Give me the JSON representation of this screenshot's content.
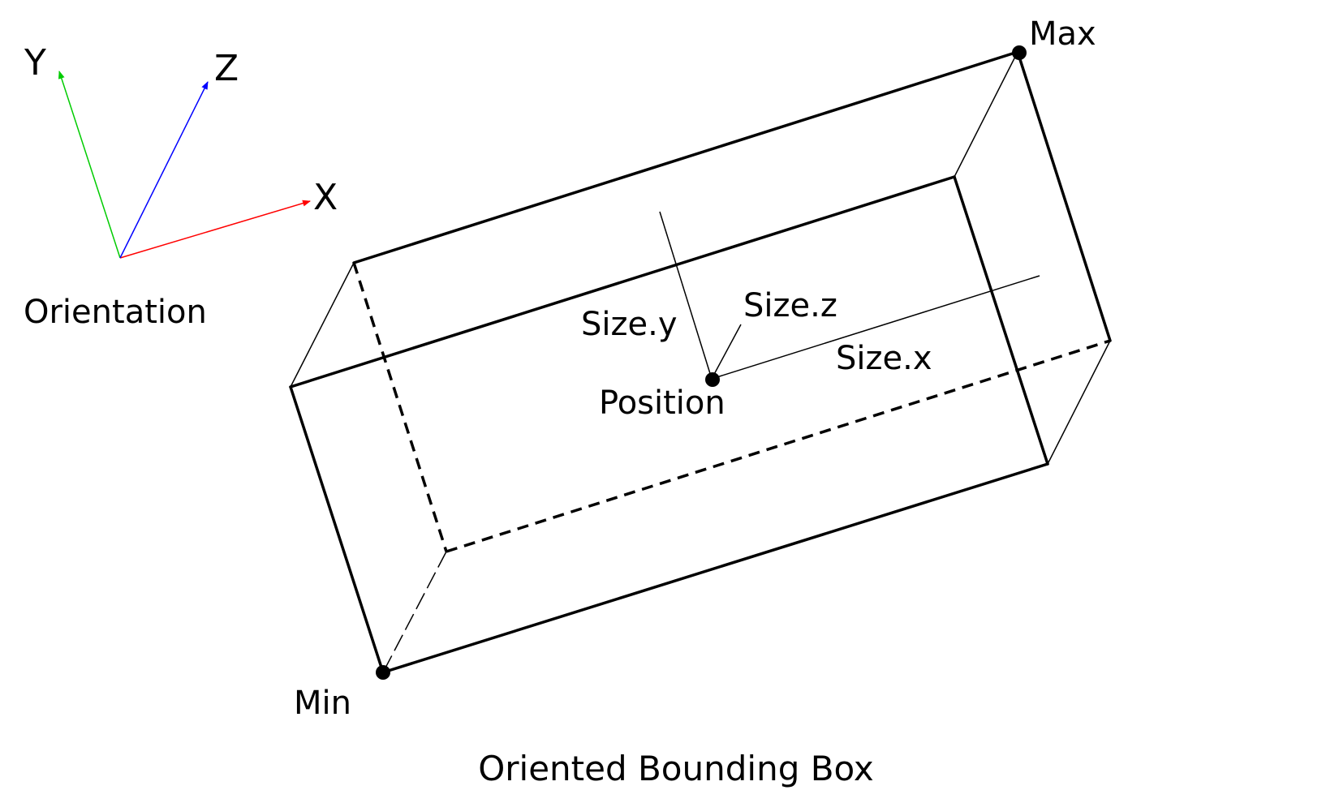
{
  "orientation": {
    "label": "Orientation",
    "axes": [
      {
        "key": "x",
        "label": "X",
        "color": "#ff0000"
      },
      {
        "key": "y",
        "label": "Y",
        "color": "#00cc00"
      },
      {
        "key": "z",
        "label": "Z",
        "color": "#0000ff"
      }
    ]
  },
  "box": {
    "max_label": "Max",
    "min_label": "Min",
    "position_label": "Position",
    "size_x_label": "Size.x",
    "size_y_label": "Size.y",
    "size_z_label": "Size.z",
    "edge_color": "#000000"
  },
  "caption": "Oriented Bounding Box"
}
